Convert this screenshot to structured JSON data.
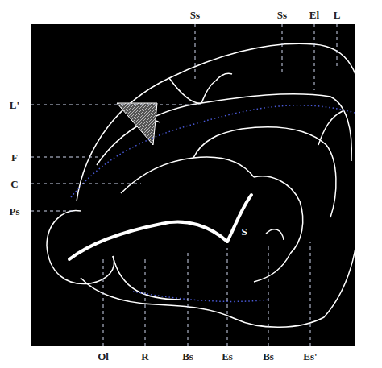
{
  "diagram": {
    "labels": [
      "Ss",
      "Ss",
      "El",
      "L",
      "L'",
      "F",
      "C",
      "Ps",
      "S",
      "Ol",
      "R",
      "Bs",
      "Es",
      "Bs",
      "Es'"
    ]
  }
}
